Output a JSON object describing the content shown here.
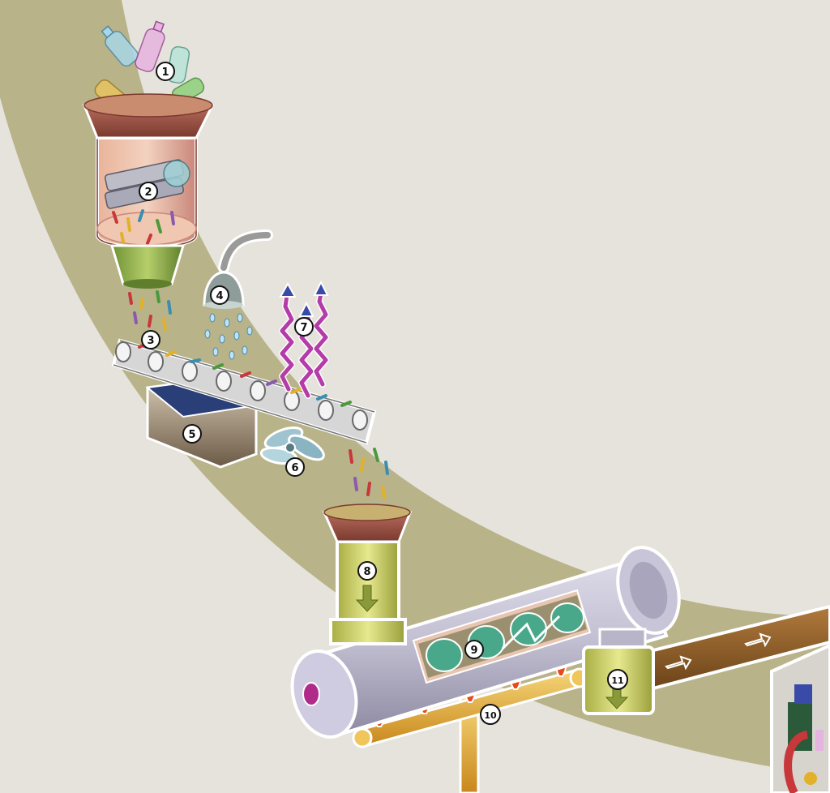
{
  "diagram": {
    "colors": {
      "background": "#e6e3dc",
      "band": "#b9b38a",
      "hopper_rim": "#8a4a3c",
      "funnel_green": "#8fb04a",
      "cylinder_yellow": "#cfd36a",
      "pipe_gold": "#e8b23a",
      "outlet_brown": "#8a5a2a",
      "barrel_grey": "#b8b5c8",
      "wave_purple": "#b43ca8",
      "wave_blue": "#3a4aa8"
    },
    "steps": [
      {
        "label": "1",
        "part": "plastic-bottles"
      },
      {
        "label": "2",
        "part": "shredder"
      },
      {
        "label": "3",
        "part": "conveyor-belt"
      },
      {
        "label": "4",
        "part": "water-shower"
      },
      {
        "label": "5",
        "part": "collection-tank"
      },
      {
        "label": "6",
        "part": "fan"
      },
      {
        "label": "7",
        "part": "heat-waves"
      },
      {
        "label": "8",
        "part": "feed-hopper"
      },
      {
        "label": "9",
        "part": "screw-extruder"
      },
      {
        "label": "10",
        "part": "burner-pipe"
      },
      {
        "label": "11",
        "part": "outlet-pipe"
      }
    ]
  }
}
